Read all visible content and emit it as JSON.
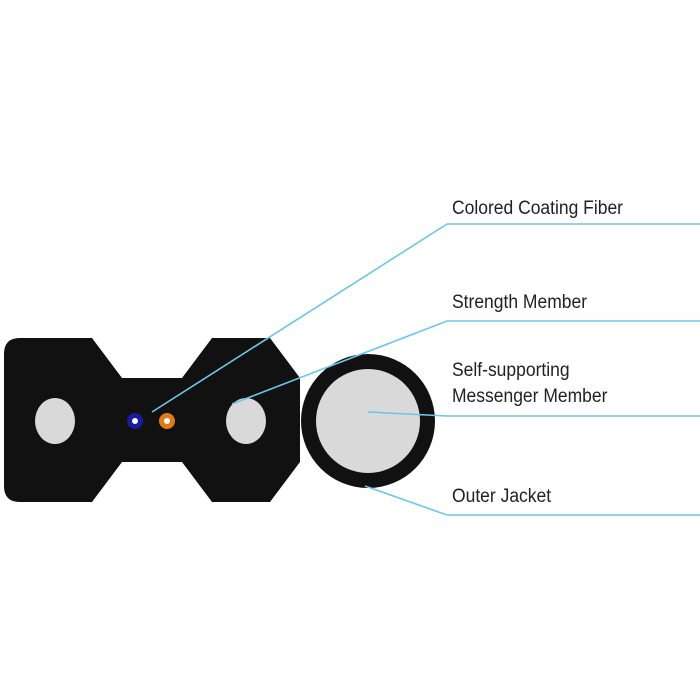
{
  "labels": {
    "colored_coating_fiber": "Colored Coating Fiber",
    "strength_member": "Strength Member",
    "messenger_member_line1": "Self-supporting",
    "messenger_member_line2": "Messenger Member",
    "outer_jacket": "Outer Jacket"
  },
  "colors": {
    "jacket": "#111111",
    "member_fill": "#d9d9d9",
    "fiber_blue": "#1a1aa0",
    "fiber_orange": "#e07b1a",
    "leader_line": "#6cc6ea",
    "label_text": "#222222"
  }
}
